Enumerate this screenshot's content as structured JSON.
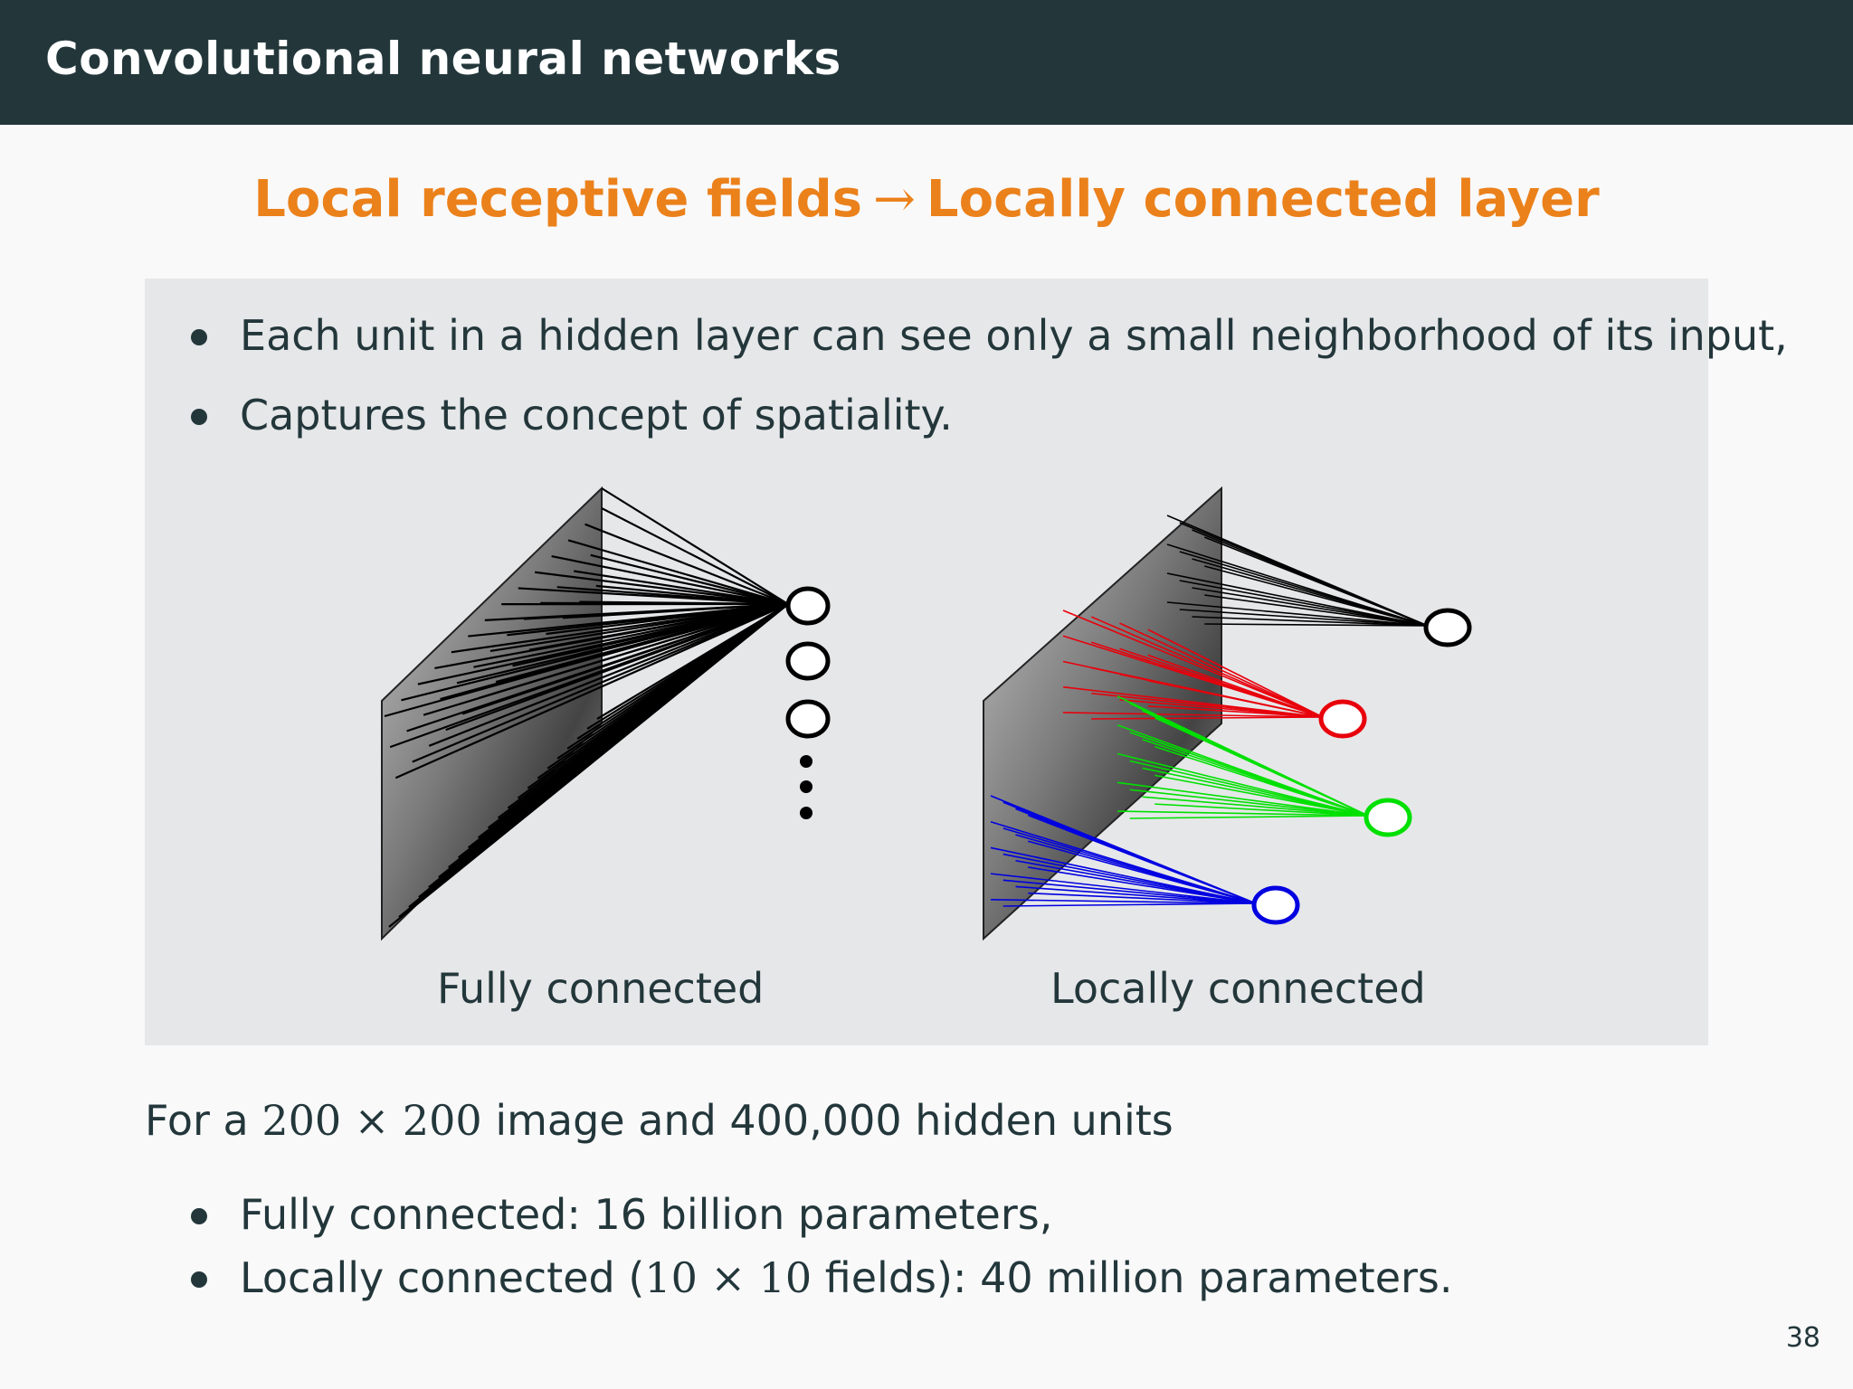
{
  "header": {
    "title": "Convolutional neural networks"
  },
  "subtitle": {
    "left": "Local receptive fields",
    "arrow": "→",
    "right": "Locally connected layer"
  },
  "block": {
    "bullets": [
      "Each unit in a hidden layer can see only a small neighborhood of its input,",
      "Captures the concept of spatiality."
    ],
    "captions": {
      "fully": "Fully connected",
      "locally": "Locally connected"
    }
  },
  "colors": {
    "header_bg": "#23373b",
    "accent": "#eb811b",
    "red": "#e8000b",
    "green": "#00e000",
    "blue": "#0000e0"
  },
  "para": {
    "prefix": "For a ",
    "math": "200 × 200",
    "suffix": " image and 400,000 hidden units"
  },
  "bottom_bullets": {
    "b1": "Fully connected: 16 billion parameters,",
    "b2_prefix": "Locally connected (",
    "b2_math": "10 × 10",
    "b2_suffix": " fields): 40 million parameters."
  },
  "page_number": "38"
}
